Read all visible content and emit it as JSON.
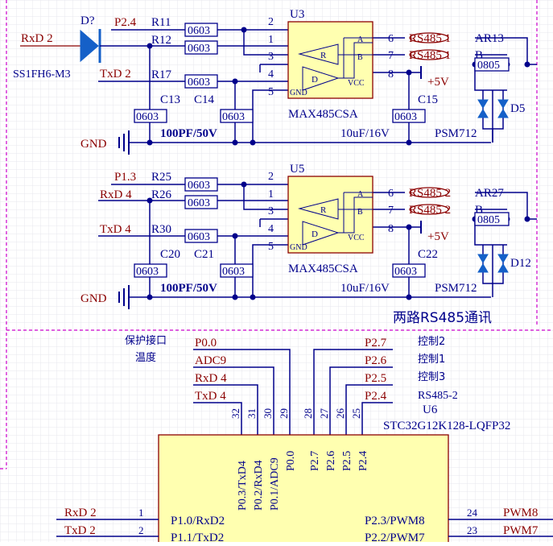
{
  "colors": {
    "wire": "#00008b",
    "text": "#00008b",
    "net": "#8b0000",
    "ic_fill": "#ffffb0",
    "ic_stroke": "#8b0000",
    "diode": "#1560c8",
    "frame": "#cc00cc",
    "grid": "#e7e7ee"
  },
  "top": {
    "net_rxd": "RxD  2",
    "diode_ref": "D?",
    "diode_part": "SS1FH6-M3",
    "net_p24": "P2.4",
    "r11": "R11",
    "r12": "R12",
    "net_txd": "TxD  2",
    "r17": "R17",
    "ref": "U3",
    "part": "MAX485CSA",
    "c13": "C13",
    "c14": "C14",
    "c15": "C15",
    "cap_val": "100PF/50V",
    "cap_val2": "10uF/16V",
    "tvs": "PSM712",
    "tvs_ref": "D5",
    "net_a": "RS485  1",
    "net_b": "RS485  1",
    "ar": "AR13",
    "b": "B",
    "pwr": "+5V",
    "gnd": "GND"
  },
  "bot": {
    "net_p13": "P1.3",
    "r25": "R25",
    "net_rxd": "RxD  4",
    "r26": "R26",
    "net_txd": "TxD  4",
    "r30": "R30",
    "ref": "U5",
    "part": "MAX485CSA",
    "c20": "C20",
    "c21": "C21",
    "c22": "C22",
    "cap_val": "100PF/50V",
    "cap_val2": "10uF/16V",
    "tvs": "PSM712",
    "tvs_ref": "D12",
    "net_a": "RS485  2",
    "net_b": "RS485  2",
    "ar": "AR27",
    "b": "B",
    "pwr": "+5V",
    "gnd": "GND"
  },
  "common": {
    "pkg": "0603",
    "pkg_ant": "0805",
    "pin_a": "A",
    "pin_b": "B",
    "pin_r": "R",
    "pin_d": "D",
    "pin_vcc": "VCC",
    "pin_gnd": "GND",
    "pins": [
      "2",
      "1",
      "3",
      "4",
      "5",
      "6",
      "7",
      "8"
    ]
  },
  "section_title": "两路RS485通讯",
  "mcu": {
    "labels_left": [
      "P0.0",
      "ADC9",
      "RxD  4",
      "TxD  4"
    ],
    "labels_right": [
      "P2.7",
      "P2.6",
      "P2.5",
      "P2.4"
    ],
    "notes": [
      "保护接口",
      "温度"
    ],
    "ctrl": [
      "控制2",
      "控制1",
      "控制3",
      "RS485-2"
    ],
    "ref": "U6",
    "part": "STC32G12K128-LQFP32",
    "pin_nums": [
      "32",
      "31",
      "30",
      "29",
      "28",
      "27",
      "26",
      "25"
    ],
    "pin_names": [
      "P0.3/TxD4",
      "P0.2/RxD4",
      "P0.1/ADC9",
      "P0.0",
      "P2.7",
      "P2.6",
      "P2.5",
      "P2.4"
    ],
    "left_nets": [
      "RxD  2",
      "TxD  2"
    ],
    "left_nums": [
      "1",
      "2"
    ],
    "left_pins": [
      "P1.0/RxD2",
      "P1.1/TxD2"
    ],
    "right_pins": [
      "P2.3/PWM8",
      "P2.2/PWM7"
    ],
    "right_nums": [
      "24",
      "23"
    ],
    "right_nets": [
      "PWM8",
      "PWM7"
    ]
  }
}
